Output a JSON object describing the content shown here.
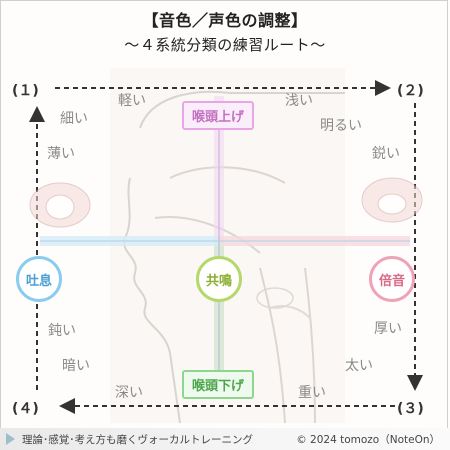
{
  "title": "【音色／声色の調整】",
  "subtitle": "～４系統分類の練習ルート～",
  "corners": [
    "(１)",
    "(２)",
    "(３)",
    "(４)"
  ],
  "words": {
    "karui": "軽い",
    "asai": "浅い",
    "hosoi": "細い",
    "akarui": "明るい",
    "usui": "薄い",
    "surudoi": "鋭い",
    "nibui": "鈍い",
    "atsui": "厚い",
    "kurai": "暗い",
    "futoi": "太い",
    "fukai": "深い",
    "omoi": "重い"
  },
  "axes": {
    "top": "喉頭上げ",
    "bottom": "喉頭下げ",
    "left": "吐息",
    "right": "倍音",
    "center": "共鳴"
  },
  "colors": {
    "top": "#e8a6e6",
    "bottom": "#8ed68e",
    "left": "#8ccbf0",
    "right": "#f0a2b6",
    "center": "#b5d86a"
  },
  "footer": {
    "left": "理論･感覚･考え方も磨くヴォーカルトレーニング",
    "right": "© 2024 tomozo（NoteOn）"
  }
}
